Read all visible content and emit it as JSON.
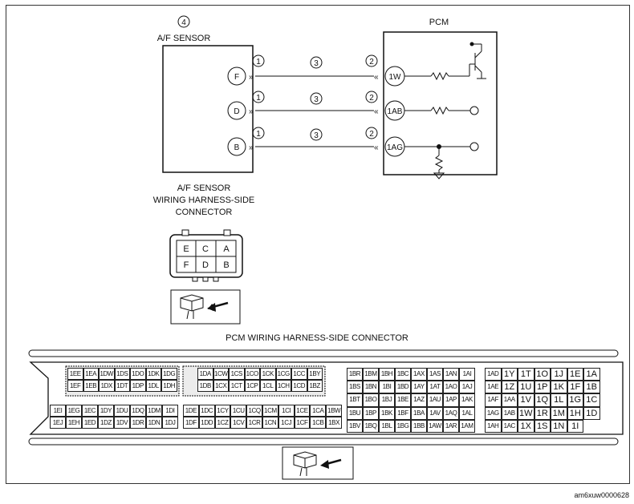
{
  "diagram": {
    "af_sensor": {
      "callout": "4",
      "title": "A/F SENSOR",
      "pins": [
        "F",
        "D",
        "B"
      ]
    },
    "pcm": {
      "title": "PCM",
      "pins": [
        "1W",
        "1AB",
        "1AG"
      ]
    },
    "wire_callouts": [
      "1",
      "3",
      "2"
    ],
    "harness_connector_caption": [
      "A/F SENSOR",
      "WIRING HARNESS-SIDE",
      "CONNECTOR"
    ],
    "small_connector_pins": [
      "E",
      "C",
      "A",
      "F",
      "D",
      "B"
    ],
    "pcm_connector_caption": "PCM WIRING HARNESS-SIDE CONNECTOR",
    "figure_code": "am6xuw0000628"
  },
  "pcm_connector": {
    "groups": [
      {
        "rows": [
          [
            "1EE",
            "1EA",
            "1DW",
            "1DS",
            "1DO",
            "1DK",
            "1DG"
          ],
          [
            "1EF",
            "1EB",
            "1DX",
            "1DT",
            "1DP",
            "1DL",
            "1DH"
          ]
        ]
      },
      {
        "rows": [
          [
            "1EI",
            "1EG",
            "1EC",
            "1DY",
            "1DU",
            "1DQ",
            "1DM",
            "1DI"
          ],
          [
            "1EJ",
            "1EH",
            "1ED",
            "1DZ",
            "1DV",
            "1DR",
            "1DN",
            "1DJ"
          ]
        ]
      },
      {
        "rows": [
          [
            "1DA",
            "1CW",
            "1CS",
            "1CO",
            "1CK",
            "1CG",
            "1CC",
            "1BY"
          ],
          [
            "1DB",
            "1CX",
            "1CT",
            "1CP",
            "1CL",
            "1CH",
            "1CD",
            "1BZ"
          ]
        ]
      },
      {
        "rows": [
          [
            "1DE",
            "1DC",
            "1CY",
            "1CU",
            "1CQ",
            "1CM",
            "1CI",
            "1CE",
            "1CA",
            "1BW"
          ],
          [
            "1DF",
            "1DD",
            "1CZ",
            "1CV",
            "1CR",
            "1CN",
            "1CJ",
            "1CF",
            "1CB",
            "1BX"
          ]
        ]
      },
      {
        "rows": [
          [
            "1BR",
            "1BM",
            "1BH",
            "1BC",
            "1AX",
            "1AS",
            "1AN",
            "1AI"
          ],
          [
            "1BS",
            "1BN",
            "1BI",
            "1BD",
            "1AY",
            "1AT",
            "1AO",
            "1AJ"
          ],
          [
            "1BT",
            "1BO",
            "1BJ",
            "1BE",
            "1AZ",
            "1AU",
            "1AP",
            "1AK"
          ],
          [
            "1BU",
            "1BP",
            "1BK",
            "1BF",
            "1BA",
            "1AV",
            "1AQ",
            "1AL"
          ],
          [
            "1BV",
            "1BQ",
            "1BL",
            "1BG",
            "1BB",
            "1AW",
            "1AR",
            "1AM"
          ]
        ]
      },
      {
        "rows": [
          [
            "1AD",
            "1Y",
            "1T",
            "1O",
            "1J",
            "1E",
            "1A"
          ],
          [
            "1AE",
            "1Z",
            "1U",
            "1P",
            "1K",
            "1F",
            "1B"
          ],
          [
            "1AF",
            "1AA",
            "1V",
            "1Q",
            "1L",
            "1G",
            "1C"
          ],
          [
            "1AG",
            "1AB",
            "1W",
            "1R",
            "1M",
            "1H",
            "1D"
          ],
          [
            "1AH",
            "1AC",
            "1X",
            "1S",
            "1N",
            "1I"
          ]
        ]
      }
    ]
  }
}
